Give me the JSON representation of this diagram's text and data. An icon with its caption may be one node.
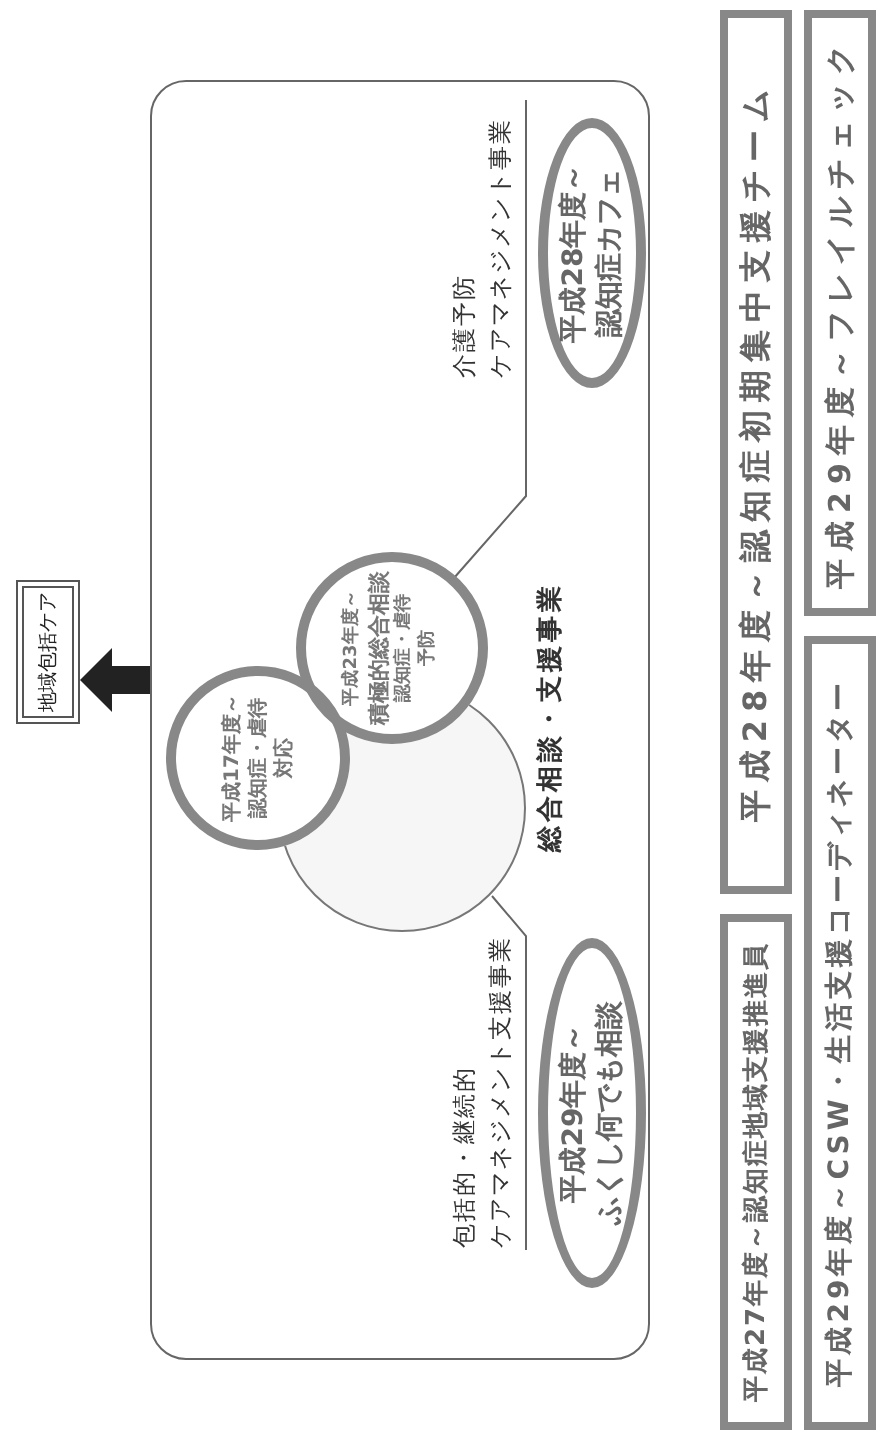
{
  "diagram": {
    "nodes": [
      {
        "text": [
          "地域包括ケア"
        ]
      },
      {
        "text": [],
        "shape": "box"
      },
      {
        "text": [],
        "shape": "circle",
        "in": 1
      },
      {
        "text": [
          "平成17年度～",
          "認知症・虐待対応"
        ],
        "in": 1
      },
      {
        "text": [
          "平成23年度～",
          "積極的総合相談",
          "認知症・虐待予防"
        ],
        "in": 1
      },
      {
        "text": [
          "介護予防",
          "ケアマネジメント事業"
        ],
        "in": 1
      },
      {
        "text": [
          "包括的・継続的",
          "ケアマネジメント支援事業"
        ],
        "in": 1
      },
      {
        "text": [
          "平成28年度～",
          "認知症カフェ"
        ],
        "in": 1
      },
      {
        "text": [
          "平成29年度～",
          "ふくし何でも相談"
        ],
        "in": 1
      },
      {
        "text": [
          "平成27年度～認知症地域支援推進員"
        ]
      },
      {
        "text": [
          "平成28年度～認知症初期集中支援チーム"
        ]
      },
      {
        "text": [
          "平成29年度～CSW・生活支援コーディネーター"
        ]
      },
      {
        "text": [
          "平成29年度～フレイルチェック"
        ]
      }
    ],
    "edges": [
      {
        "from": 1,
        "to": 0,
        "arrow": "to",
        "style": "thick"
      },
      {
        "from": 5,
        "to": 4,
        "arrow": "none"
      },
      {
        "from": 6,
        "to": 2,
        "arrow": "none"
      }
    ],
    "labels": [
      "総合相談・支援事業"
    ]
  }
}
